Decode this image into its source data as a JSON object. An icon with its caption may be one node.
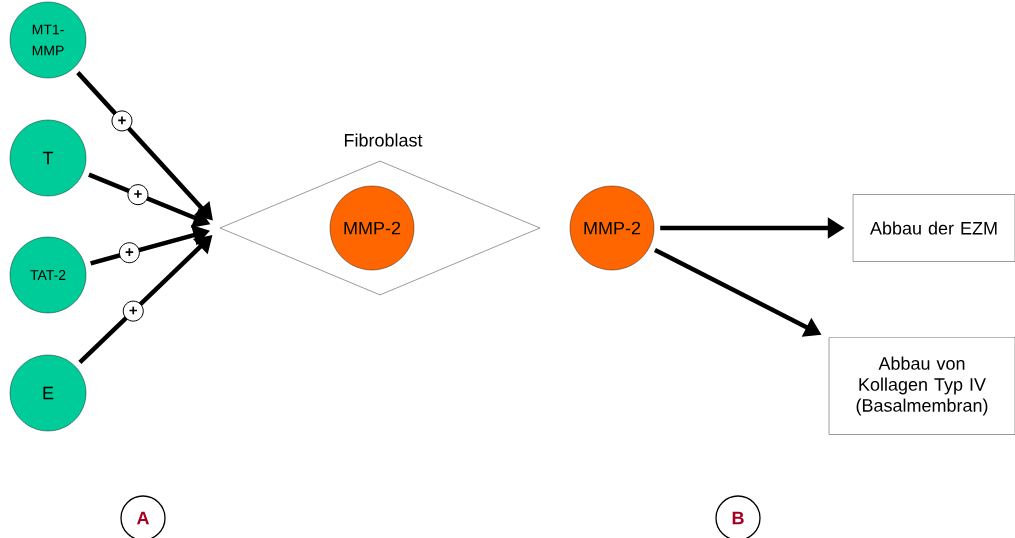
{
  "diagram": {
    "nodes": [
      {
        "text": [
          "MT1- MMP"
        ]
      },
      {
        "text": [
          "T"
        ]
      },
      {
        "text": [
          "TAT-2"
        ]
      },
      {
        "text": [
          "E"
        ]
      },
      {
        "text": [
          "Fibroblast"
        ]
      },
      {
        "text": [
          "MMP-2"
        ],
        "in": 4
      },
      {
        "text": [
          "MMP-2"
        ]
      },
      {
        "text": [
          "Abbau der EZM"
        ]
      },
      {
        "text": [
          "Abbau von Kollagen Typ IV (Basalmembran)"
        ]
      },
      {
        "text": [
          "A"
        ]
      },
      {
        "text": [
          "B"
        ]
      }
    ],
    "edges": [
      {
        "from": 0,
        "to": 4,
        "arrow": "to",
        "label": "+"
      },
      {
        "from": 1,
        "to": 4,
        "arrow": "to",
        "label": "+"
      },
      {
        "from": 2,
        "to": 4,
        "arrow": "to",
        "label": "+"
      },
      {
        "from": 3,
        "to": 4,
        "arrow": "to",
        "label": "+"
      },
      {
        "from": 6,
        "to": 7,
        "arrow": "to"
      },
      {
        "from": 6,
        "to": 8,
        "arrow": "to"
      }
    ]
  }
}
